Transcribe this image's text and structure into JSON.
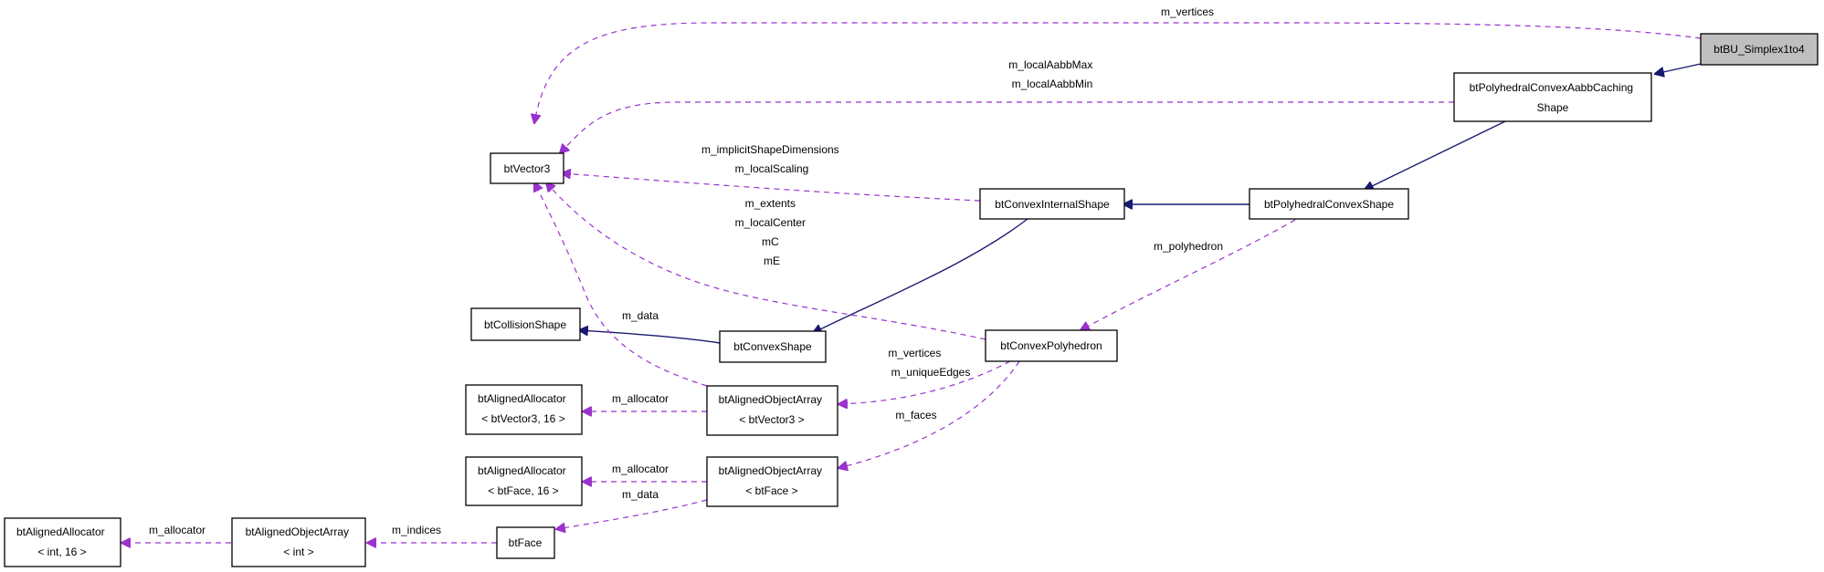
{
  "colors": {
    "inheritance": "#191970",
    "usage": "#9a32cd",
    "focus_fill": "#bfbfbf"
  },
  "nodes": {
    "btBU_Simplex1to4": [
      "btBU_Simplex1to4"
    ],
    "btPolyhedralConvexAabbCachingShape": [
      "btPolyhedralConvexAabbCaching",
      "Shape"
    ],
    "btVector3": [
      "btVector3"
    ],
    "btConvexInternalShape": [
      "btConvexInternalShape"
    ],
    "btPolyhedralConvexShape": [
      "btPolyhedralConvexShape"
    ],
    "btCollisionShape": [
      "btCollisionShape"
    ],
    "btConvexShape": [
      "btConvexShape"
    ],
    "btConvexPolyhedron": [
      "btConvexPolyhedron"
    ],
    "btAlignedAllocator_btVector3": [
      "btAlignedAllocator",
      "< btVector3, 16 >"
    ],
    "btAlignedObjectArray_btVector3": [
      "btAlignedObjectArray",
      "< btVector3 >"
    ],
    "btAlignedAllocator_btFace": [
      "btAlignedAllocator",
      "< btFace, 16 >"
    ],
    "btAlignedObjectArray_btFace": [
      "btAlignedObjectArray",
      "< btFace >"
    ],
    "btAlignedAllocator_int": [
      "btAlignedAllocator",
      "< int, 16 >"
    ],
    "btAlignedObjectArray_int": [
      "btAlignedObjectArray",
      "< int >"
    ],
    "btFace": [
      "btFace"
    ]
  },
  "edge_labels": {
    "simplex_vertices": [
      "m_vertices"
    ],
    "aabb_minmax": [
      "m_localAabbMax",
      "m_localAabbMin"
    ],
    "internal_dims": [
      "m_implicitShapeDimensions",
      "m_localScaling"
    ],
    "polyhedron_vectors": [
      "m_extents",
      "m_localCenter",
      "mC",
      "mE"
    ],
    "polyhedral_polyhedron": [
      "m_polyhedron"
    ],
    "array_vec_data": [
      "m_data"
    ],
    "polyhedron_vertices": [
      "m_vertices",
      "m_uniqueEdges"
    ],
    "array_vec_allocator": [
      "m_allocator"
    ],
    "polyhedron_faces": [
      "m_faces"
    ],
    "array_face_allocator": [
      "m_allocator"
    ],
    "array_face_data": [
      "m_data"
    ],
    "face_indices": [
      "m_indices"
    ],
    "array_int_allocator": [
      "m_allocator"
    ]
  }
}
